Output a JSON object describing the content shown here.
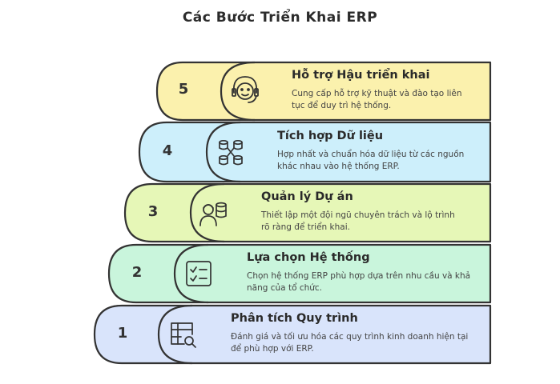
{
  "title": "Các Bước Triển Khai ERP",
  "steps": [
    {
      "num": "5",
      "title": "Hỗ trợ Hậu triển khai",
      "desc": "Cung cấp hỗ trợ kỹ thuật và đào tạo liên tục để duy trì hệ thống.",
      "icon": "headset-support-icon",
      "color": "#fbf1ad"
    },
    {
      "num": "4",
      "title": "Tích hợp Dữ liệu",
      "desc": "Hợp nhất và chuẩn hóa dữ liệu từ các nguồn khác nhau vào hệ thống ERP.",
      "icon": "database-network-icon",
      "color": "#cdeffb"
    },
    {
      "num": "3",
      "title": "Quản lý Dự án",
      "desc": "Thiết lập một đội ngũ chuyên trách và lộ trình rõ ràng để triển khai.",
      "icon": "project-manager-icon",
      "color": "#e6f7b7"
    },
    {
      "num": "2",
      "title": "Lựa chọn Hệ thống",
      "desc": "Chọn hệ thống ERP phù hợp dựa trên nhu cầu và khả năng của tổ chức.",
      "icon": "checklist-icon",
      "color": "#c9f5dc"
    },
    {
      "num": "1",
      "title": "Phân tích Quy trình",
      "desc": "Đánh giá và tối ưu hóa các quy trình kinh doanh hiện tại để phù hợp với ERP.",
      "icon": "process-search-icon",
      "color": "#d9e4fb"
    }
  ]
}
